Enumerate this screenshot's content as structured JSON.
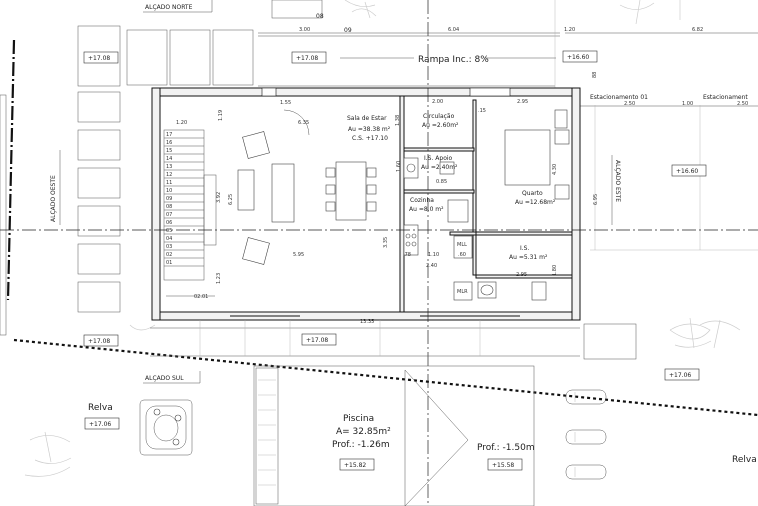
{
  "elevations": {
    "north": "ALÇADO NORTE",
    "west": "ALÇADO OESTE",
    "south": "ALÇADO SUL",
    "east": "ALÇADO ESTE"
  },
  "level_tags": [
    "+17.08",
    "+17.08",
    "+16.60",
    "+16.60",
    "+17.08",
    "+17.08",
    "+17.06",
    "+17.06",
    "+15.82",
    "+15.58"
  ],
  "ramp": "Rampa Inc.: 8%",
  "parking": {
    "label_1": "Estacionamento 01",
    "label_2": "Estacionament"
  },
  "rooms": {
    "sala": {
      "name": "Sala de Estar",
      "area": "Au =38.38 m²",
      "cs": "C.S. +17.10"
    },
    "circulacao": {
      "name": "Circulação",
      "area": "Au =2.60m²"
    },
    "is_apoio": {
      "name": "I.S. Apoio",
      "area": "Au =2.40m²"
    },
    "cozinha": {
      "name": "Cozinha",
      "area": "Au =8.0 m²"
    },
    "quarto": {
      "name": "Quarto",
      "area": "Au =12.68m²"
    },
    "is": {
      "name": "I.S.",
      "area": "Au =5.31 m²"
    },
    "mll": "MLL",
    "mlr": "MLR"
  },
  "pool": {
    "name": "Piscina",
    "area": "A= 32.85m²",
    "depth_1": "Prof.: -1.26m",
    "depth_2": "Prof.: -1.50m"
  },
  "lawn": {
    "left": "Relva",
    "right": "Relva"
  },
  "dims": {
    "d08": "08",
    "d09": "09",
    "d300": "3.00",
    "d604": "6.04",
    "d120a": "1.20",
    "d682": "6.82",
    "d155": "1.55",
    "d200": "2.00",
    "d295a": "2.95",
    "d635": "6.35",
    "d120b": "1.20",
    "d119": "1.19",
    "d138": "1.38",
    "d015": ".15",
    "d392": "3.92",
    "d625": "6.25",
    "d430": "4.30",
    "d695": "6.95",
    "d160": "1.60",
    "d085": "0.85",
    "d595": "5.95",
    "d335": "3.35",
    "d078": ".78",
    "d110": "1.10",
    "d060": ".60",
    "d240": "2.40",
    "d180": "1.80",
    "d295b": "2.95",
    "d123": "1.23",
    "d201": "02.01",
    "d1335": "13.35",
    "d250a": "2.50",
    "d100": "1.00",
    "d250b": "2.50",
    "d088": "88"
  },
  "stairs": [
    "17",
    "16",
    "15",
    "14",
    "13",
    "12",
    "11",
    "10",
    "09",
    "08",
    "07",
    "06",
    "05",
    "04",
    "03",
    "02",
    "01"
  ]
}
